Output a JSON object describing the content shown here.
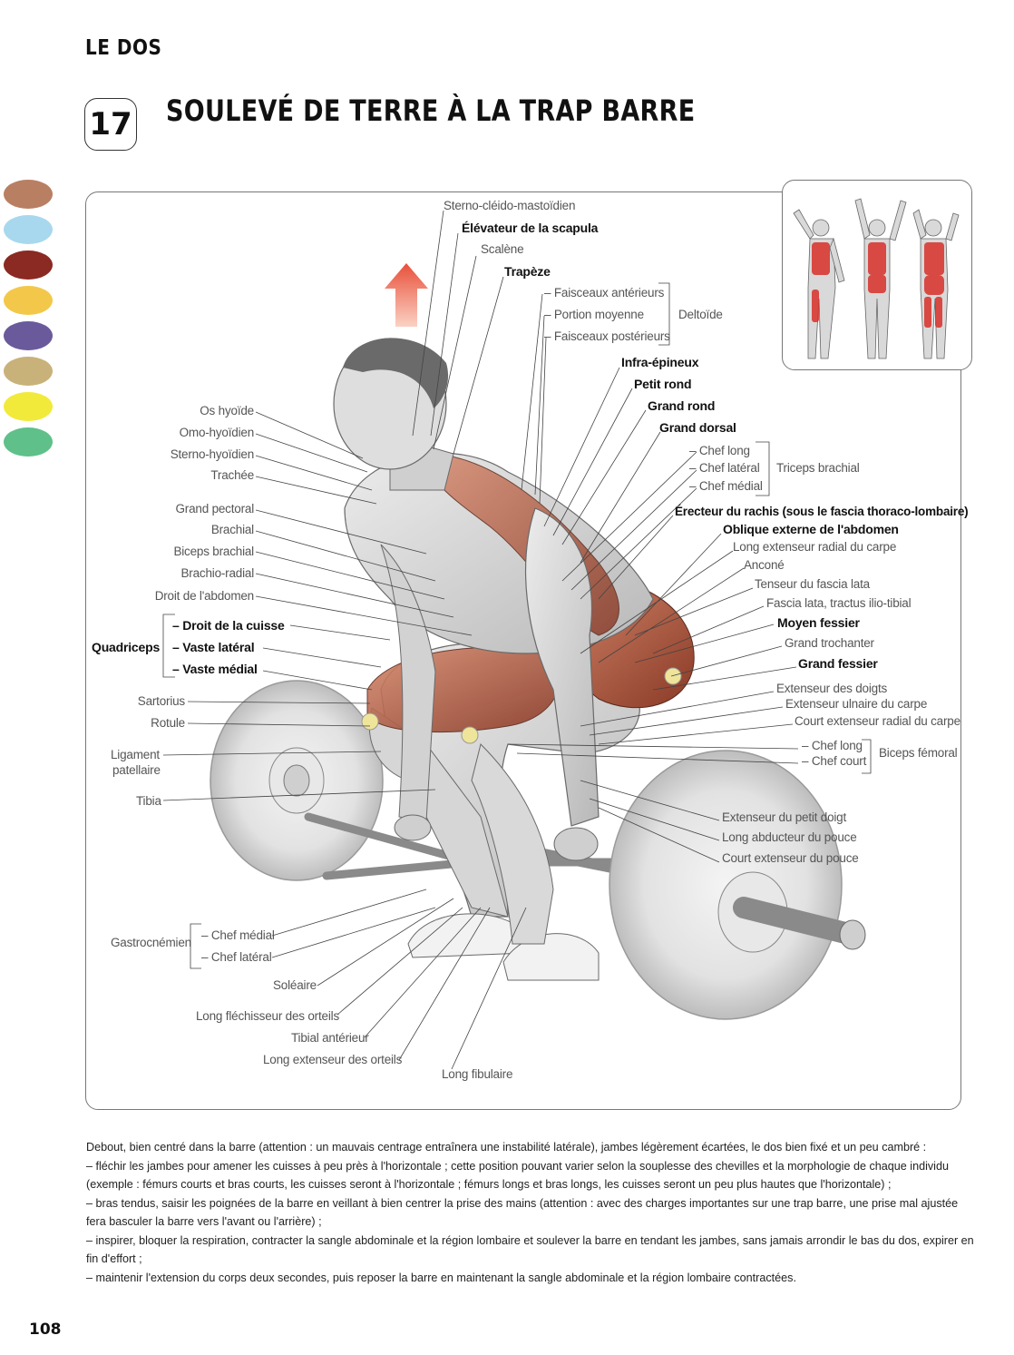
{
  "header": {
    "section": "LE DOS",
    "number": "17",
    "title": "SOULEVÉ DE TERRE À LA TRAP BARRE"
  },
  "legend_colors": [
    "#b97f63",
    "#a8d8ee",
    "#8a2a22",
    "#f3c84a",
    "#6a5a9c",
    "#c9b27a",
    "#f1ea3a",
    "#5fc08a"
  ],
  "labels_right": {
    "sterno_cleido": "Sterno-cléido-mastoïdien",
    "elevateur": "Élévateur de la scapula",
    "scalene": "Scalène",
    "trapeze": "Trapèze",
    "faisceaux_anterieurs": "– Faisceaux antérieurs",
    "portion_moyenne": "– Portion moyenne",
    "faisceaux_posterieurs": "– Faisceaux postérieurs",
    "deltoide": "Deltoïde",
    "infra_epineux": "Infra-épineux",
    "petit_rond": "Petit rond",
    "grand_rond": "Grand rond",
    "grand_dorsal": "Grand dorsal",
    "chef_long": "– Chef long",
    "chef_lateral": "– Chef latéral",
    "chef_medial": "– Chef médial",
    "triceps": "Triceps brachial",
    "erecteur": "Érecteur du rachis (sous le fascia thoraco-lombaire)",
    "oblique": "Oblique externe de l'abdomen",
    "long_ext_radial": "Long extenseur radial du carpe",
    "ancone": "Anconé",
    "tenseur": "Tenseur du fascia lata",
    "fascia_lata": "Fascia lata, tractus ilio-tibial",
    "moyen_fessier": "Moyen fessier",
    "grand_trochanter": "Grand trochanter",
    "grand_fessier": "Grand fessier",
    "ext_doigts": "Extenseur des doigts",
    "ext_ulnaire": "Extenseur ulnaire du carpe",
    "court_ext_radial": "Court extenseur radial du carpe",
    "bf_chef_long": "– Chef long",
    "bf_chef_court": "– Chef court",
    "biceps_femoral": "Biceps fémoral",
    "ext_petit_doigt": "Extenseur du petit doigt",
    "long_abducteur": "Long abducteur du pouce",
    "court_ext_pouce": "Court extenseur du pouce"
  },
  "labels_left": {
    "os_hyoide": "Os hyoïde",
    "omo": "Omo-hyoïdien",
    "sterno_hyoidien": "Sterno-hyoïdien",
    "trachee": "Trachée",
    "grand_pectoral": "Grand pectoral",
    "brachial": "Brachial",
    "biceps": "Biceps brachial",
    "brachio_radial": "Brachio-radial",
    "droit_abdomen": "Droit de l'abdomen",
    "quadriceps": "Quadriceps",
    "droit_cuisse": "– Droit de la cuisse",
    "vaste_lateral": "– Vaste latéral",
    "vaste_medial": "– Vaste médial",
    "sartorius": "Sartorius",
    "rotule": "Rotule",
    "ligament1": "Ligament",
    "ligament2": "patellaire",
    "tibia": "Tibia",
    "gastro": "Gastrocnémien",
    "gastro_medial": "– Chef médial",
    "gastro_lateral": "– Chef latéral",
    "soleaire": "Soléaire",
    "long_flechisseur": "Long fléchisseur des orteils",
    "tibial_ant": "Tibial antérieur",
    "long_ext_orteils": "Long extenseur des orteils",
    "long_fibulaire": "Long fibulaire"
  },
  "body_text": [
    "Debout, bien centré dans la barre (attention : un mauvais centrage entraînera une instabilité latérale), jambes légèrement écartées, le dos bien fixé et un peu cambré :",
    "– fléchir les jambes pour amener les cuisses à peu près à l'horizontale ; cette position pouvant varier selon la souplesse des chevilles et la morphologie de chaque individu (exemple : fémurs courts et bras courts, les cuisses seront à l'horizontale ; fémurs longs et bras longs, les cuisses seront un peu plus hautes que l'horizontale) ;",
    "– bras tendus, saisir les poignées de la barre en veillant à bien centrer la prise des mains (attention : avec des charges importantes sur une trap barre, une prise mal ajustée fera basculer la barre vers l'avant ou l'arrière) ;",
    "– inspirer, bloquer la respiration, contracter la sangle abdominale et la région lombaire et soulever la barre en tendant les jambes, sans jamais arrondir le bas du dos, expirer en fin d'effort ;",
    "– maintenir l'extension du corps deux secondes, puis reposer la barre en maintenant la sangle abdominale et la région lombaire contractées."
  ],
  "page_number": "108"
}
